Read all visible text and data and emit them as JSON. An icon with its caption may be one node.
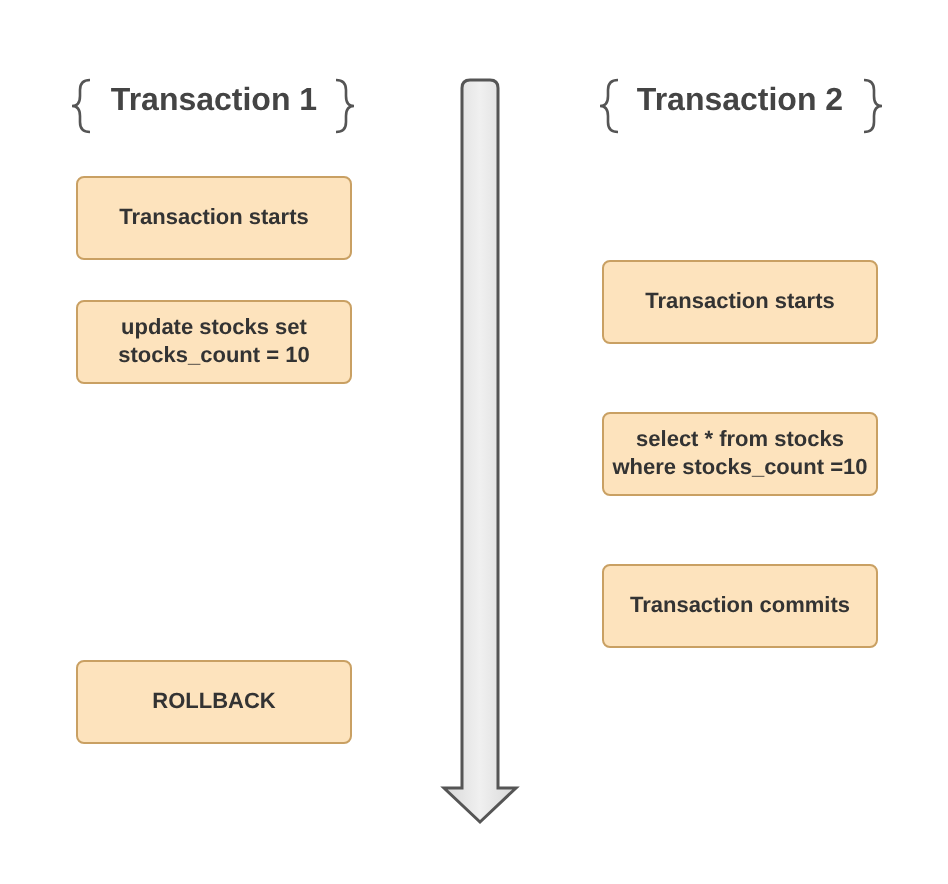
{
  "diagram": {
    "nodes": [
      {
        "text": [
          "Transaction starts"
        ]
      },
      {
        "text": [
          "update stocks set stocks_count = 10"
        ]
      },
      {
        "text": [
          "ROLLBACK"
        ]
      },
      {
        "text": [
          "Transaction starts"
        ]
      },
      {
        "text": [
          "select * from stocks where stocks_count =10"
        ]
      },
      {
        "text": [
          "Transaction commits"
        ]
      }
    ],
    "edges": [],
    "labels": [
      "Transaction 1",
      "Transaction 2"
    ]
  }
}
